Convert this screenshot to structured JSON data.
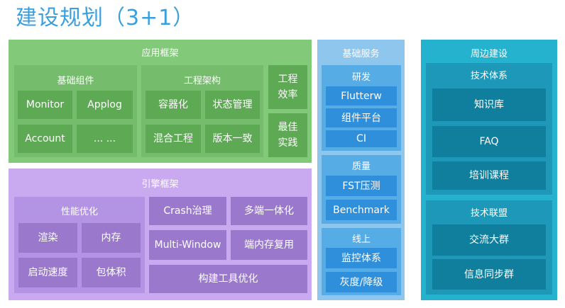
{
  "title": "建设规划（3+1）",
  "app_framework": {
    "header": "应用框架",
    "base_components": {
      "header": "基础组件",
      "items": [
        "Monitor",
        "Applog",
        "Account",
        "... ..."
      ]
    },
    "engineering_architecture": {
      "header": "工程架构",
      "items": [
        "容器化",
        "状态管理",
        "混合工程",
        "版本一致"
      ]
    },
    "efficiency": "工程\n效率",
    "best_practice": "最佳\n实践"
  },
  "engine_framework": {
    "header": "引擎框架",
    "performance": {
      "header": "性能优化",
      "items": [
        "渲染",
        "内存",
        "启动速度",
        "包体积"
      ]
    },
    "crash": "Crash治理",
    "multi_platform": "多端一体化",
    "multi_window": "Multi-Window",
    "memory_reuse": "端内存复用",
    "build_tools": "构建工具优化"
  },
  "base_services": {
    "header": "基础服务",
    "dev": {
      "header": "研发",
      "items": [
        "Flutterw",
        "组件平台",
        "CI"
      ]
    },
    "quality": {
      "header": "质量",
      "items": [
        "FST压测",
        "Benchmark"
      ]
    },
    "online": {
      "header": "线上",
      "items": [
        "监控体系",
        "灰度/降级"
      ]
    }
  },
  "surrounding": {
    "header": "周边建设",
    "tech_system": {
      "header": "技术体系",
      "items": [
        "知识库",
        "FAQ",
        "培训课程"
      ]
    },
    "tech_alliance": {
      "header": "技术联盟",
      "items": [
        "交流大群",
        "信息同步群"
      ]
    }
  }
}
